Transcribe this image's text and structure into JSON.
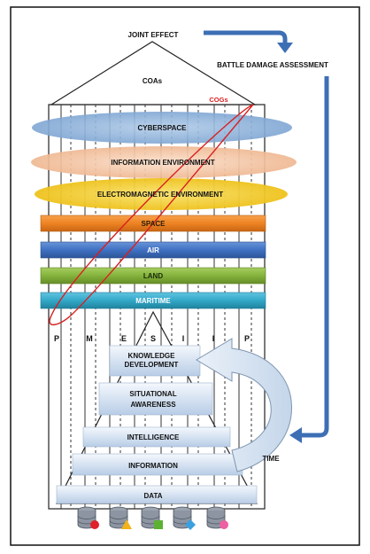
{
  "labels": {
    "joint_effect": "JOINT EFFECT",
    "battle_damage_assessment": "BATTLE DAMAGE ASSESSMENT",
    "coas": "COAs",
    "cogs": "COGs",
    "time": "TIME"
  },
  "environments": [
    "CYBERSPACE",
    "INFORMATION ENVIRONMENT",
    "ELECTROMAGNETIC ENVIRONMENT"
  ],
  "domains": [
    "SPACE",
    "AIR",
    "LAND",
    "MARITIME"
  ],
  "pmesii": [
    "P",
    "M",
    "E",
    "S",
    "I",
    "I",
    "P"
  ],
  "pyramid": {
    "knowledge": [
      "KNOWLEDGE",
      "DEVELOPMENT"
    ],
    "situational": [
      "SITUATIONAL",
      "AWARENESS"
    ],
    "intelligence": "INTELLIGENCE",
    "information": "INFORMATION",
    "data": "DATA"
  },
  "database_icons": [
    "database-circle-icon",
    "database-triangle-icon",
    "database-square-icon",
    "database-diamond-icon",
    "database-heart-icon"
  ],
  "colors": {
    "cyberspace": "#8fb4dc",
    "information_environment": "#f4c8a8",
    "electromagnetic_environment": "#f3d030",
    "space": "#ee8322",
    "air": "#3f70c2",
    "land": "#84b23c",
    "maritime": "#32a8c8",
    "arrow": "#3d6fb5",
    "cogs": "#d82020"
  }
}
